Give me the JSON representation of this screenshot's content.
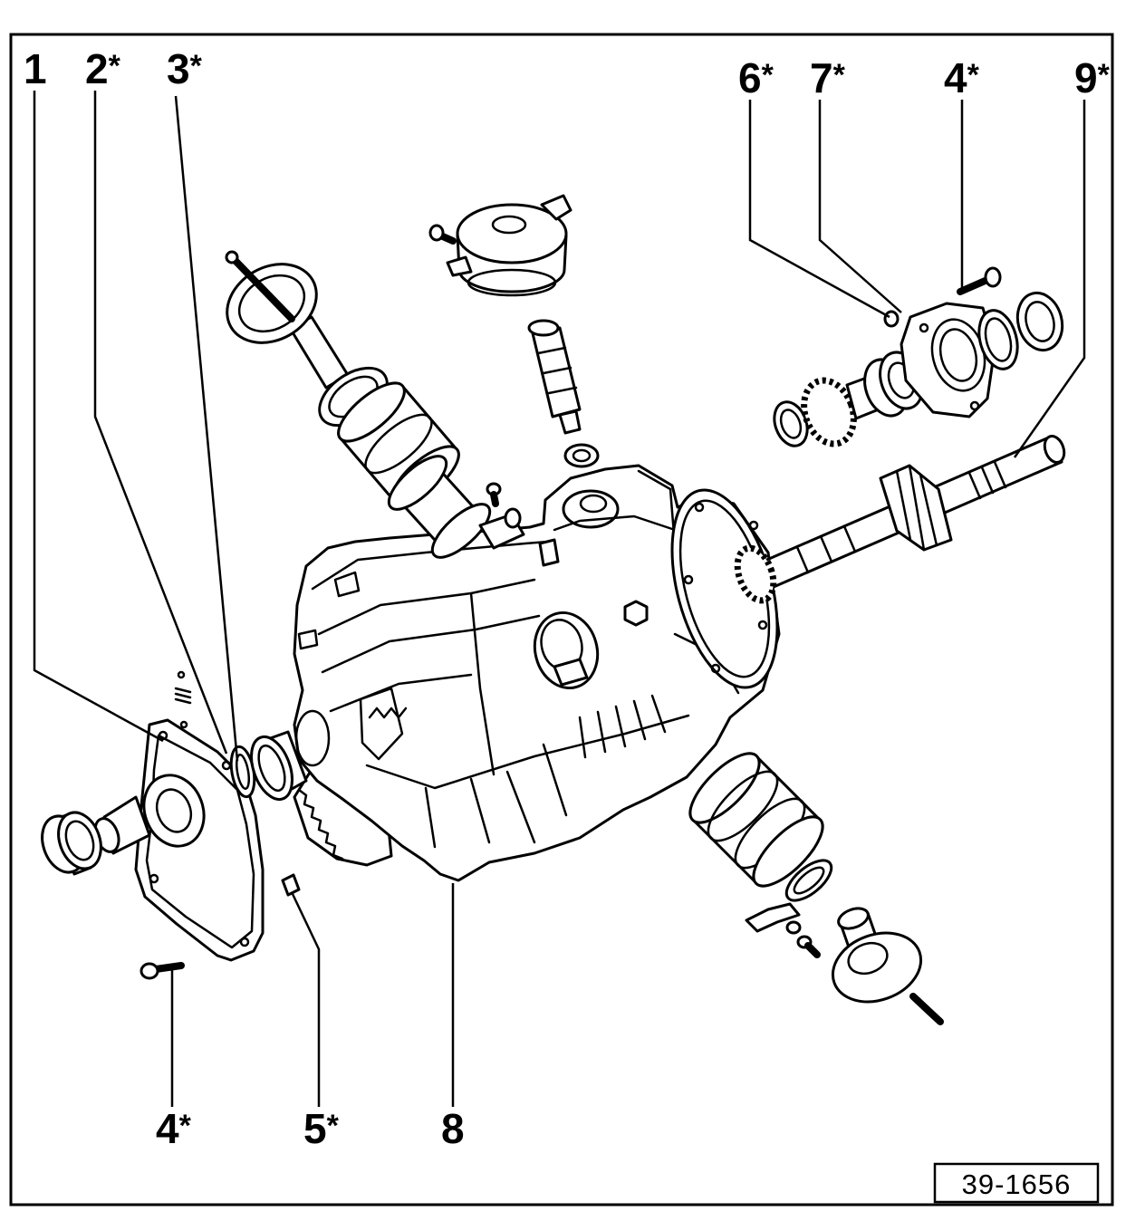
{
  "callouts": [
    {
      "number": "1"
    },
    {
      "number": "2",
      "mark": "*"
    },
    {
      "number": "3",
      "mark": "*"
    },
    {
      "number": "6",
      "mark": "*"
    },
    {
      "number": "7",
      "mark": "*"
    },
    {
      "number": "4",
      "mark": "*"
    },
    {
      "number": "9",
      "mark": "*"
    },
    {
      "number": "4",
      "mark": "*"
    },
    {
      "number": "5",
      "mark": "*"
    },
    {
      "number": "8"
    }
  ],
  "figure_number": "39-1656",
  "colors": {
    "ink": "#000000",
    "paper": "#ffffff"
  }
}
